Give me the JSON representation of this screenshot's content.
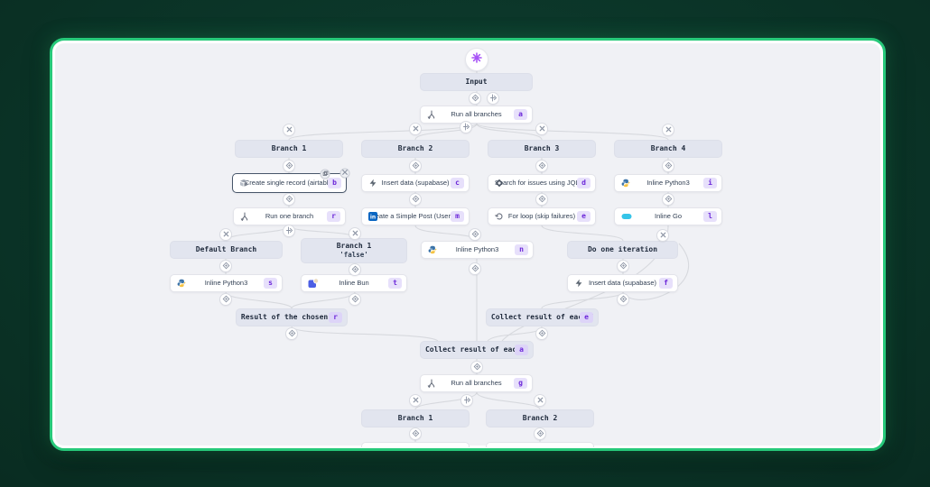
{
  "app": {
    "trigger_icon": "sparkle-icon"
  },
  "colors": {
    "accent_purple": "#6d28d9",
    "badge_bg": "#e7e0fb",
    "card_border_green": "#27c97a",
    "outer_background": "#0b3528",
    "canvas_background": "#f0f1f5",
    "group_node_bg": "#e2e5ef",
    "edge_color": "#d7d9de",
    "python_yellow": "#f5c242",
    "python_blue": "#3b73a8",
    "linkedin_blue": "#0a66c2",
    "go_cyan": "#00add8",
    "bun_blue": "#4c5fe4",
    "bun_tan": "#ead9bb"
  },
  "flow": {
    "nodes": [
      {
        "id": "input",
        "kind": "group",
        "label": "Input"
      },
      {
        "id": "rab_top",
        "kind": "action",
        "label": "Run all branches",
        "icon": "branch-split-icon",
        "badge": "a"
      },
      {
        "id": "branch1",
        "kind": "group",
        "label": "Branch 1"
      },
      {
        "id": "branch2",
        "kind": "group",
        "label": "Branch 2"
      },
      {
        "id": "branch3",
        "kind": "group",
        "label": "Branch 3"
      },
      {
        "id": "branch4",
        "kind": "group",
        "label": "Branch 4"
      },
      {
        "id": "create_record",
        "kind": "action",
        "label": "Create single record (airtable)",
        "icon": "airtable-icon",
        "badge": "b",
        "selected": true
      },
      {
        "id": "insert_data",
        "kind": "action",
        "label": "Insert data (supabase)",
        "icon": "supabase-icon",
        "badge": "c"
      },
      {
        "id": "search_jql",
        "kind": "action",
        "label": "Search for issues using JQL (...",
        "icon": "jira-icon",
        "badge": "d"
      },
      {
        "id": "py_b4",
        "kind": "action",
        "label": "Inline Python3",
        "icon": "python-icon",
        "badge": "i"
      },
      {
        "id": "run_one",
        "kind": "action",
        "label": "Run one branch",
        "icon": "branch-split-icon",
        "badge": "r"
      },
      {
        "id": "post_user",
        "kind": "action",
        "label": "Create a Simple Post (User) (...",
        "icon": "linkedin-icon",
        "badge": "m"
      },
      {
        "id": "for_loop",
        "kind": "action",
        "label": "For loop (skip failures)",
        "icon": "loop-icon",
        "badge": "e"
      },
      {
        "id": "go_b4",
        "kind": "action",
        "label": "Inline Go",
        "icon": "go-icon",
        "badge": "l"
      },
      {
        "id": "default_branch",
        "kind": "group",
        "label": "Default Branch"
      },
      {
        "id": "branch1_false",
        "kind": "group",
        "label": "Branch 1",
        "sublabel": "'false'"
      },
      {
        "id": "py_mid",
        "kind": "action",
        "label": "Inline Python3",
        "icon": "python-icon",
        "badge": "n"
      },
      {
        "id": "do_one_iter",
        "kind": "group",
        "label": "Do one iteration"
      },
      {
        "id": "py_default",
        "kind": "action",
        "label": "Inline Python3",
        "icon": "python-icon",
        "badge": "s"
      },
      {
        "id": "bun",
        "kind": "action",
        "label": "Inline Bun",
        "icon": "bun-icon",
        "badge": "t"
      },
      {
        "id": "insert_iter",
        "kind": "action",
        "label": "Insert data (supabase)",
        "icon": "supabase-icon",
        "badge": "f"
      },
      {
        "id": "result_chosen",
        "kind": "group",
        "label": "Result of the chosen branch",
        "badge": "r"
      },
      {
        "id": "collect_iter",
        "kind": "group",
        "label": "Collect result of each iterat",
        "badge": "e"
      },
      {
        "id": "collect_branch",
        "kind": "group",
        "label": "Collect result of each branch",
        "badge": "a"
      },
      {
        "id": "rab_bottom",
        "kind": "action",
        "label": "Run all branches",
        "icon": "branch-split-icon",
        "badge": "g"
      },
      {
        "id": "branch1_b",
        "kind": "group",
        "label": "Branch 1"
      },
      {
        "id": "branch2_b",
        "kind": "group",
        "label": "Branch 2"
      }
    ]
  }
}
